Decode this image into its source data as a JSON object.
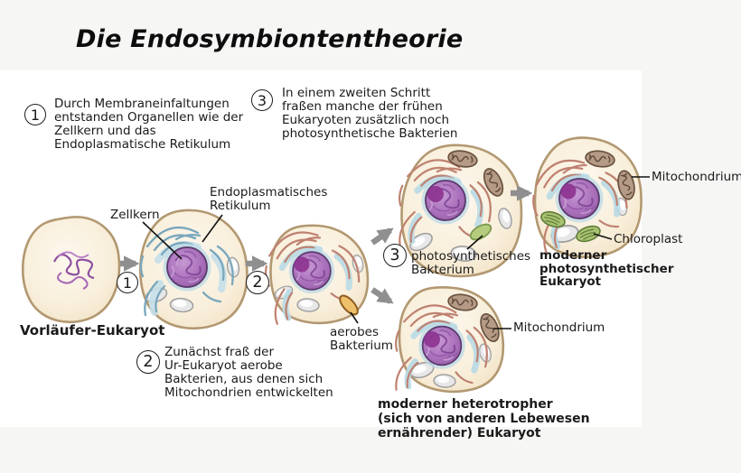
{
  "title": "Die Endosymbiontentheorie",
  "steps": [
    {
      "num": "1",
      "text": "Durch Membraneinfaltungen\nentstanden Organellen wie der\nZellkern und das\nEndoplasmatische Retikulum"
    },
    {
      "num": "2",
      "text": "Zunächst fraß der\nUr-Eukaryot aerobe\nBakterien, aus denen sich\nMitochondrien entwickelten"
    },
    {
      "num": "3",
      "text": "In einem zweiten Schritt\nfraßen manche der frühen\nEukaryoten zusätzlich noch\nphotosynthetische Bakterien"
    }
  ],
  "labels": {
    "zellkern": "Zellkern",
    "endoplasmatisches_retikulum": "Endoplasmatisches\nRetikulum",
    "aerobes_bakterium": "aerobes\nBakterium",
    "photosynthetisches_bakterium": "photosynthetisches\nBakterium",
    "mitochondrium_oben": "Mitochondrium",
    "chloroplast": "Chloroplast",
    "mitochondrium_unten": "Mitochondrium"
  },
  "captions": {
    "vorlaeufer": "Vorläufer-Eukaryot",
    "photo_eukaryot": "moderner\nphotosynthetischer\nEukaryot",
    "hetero_eukaryot": "moderner heterotropher\n(sich von anderen Lebewesen\nernährender) Eukaryot"
  },
  "colors": {
    "background": "#f6f6f5",
    "panel": "#ffffff",
    "cell_fill": "#f8eeda",
    "cell_outline": "#b29871",
    "nucleus": "#aa70bb",
    "er_blue": "#79a7bc",
    "er_pink": "#bf8170",
    "mitochondrion": "#b59b86",
    "chloroplast": "#a9c272",
    "aerobic_bacterium": "#eec06a",
    "photo_bacterium": "#b5cb7e",
    "arrow": "#8f8f8f",
    "text": "#1a1a1a"
  }
}
